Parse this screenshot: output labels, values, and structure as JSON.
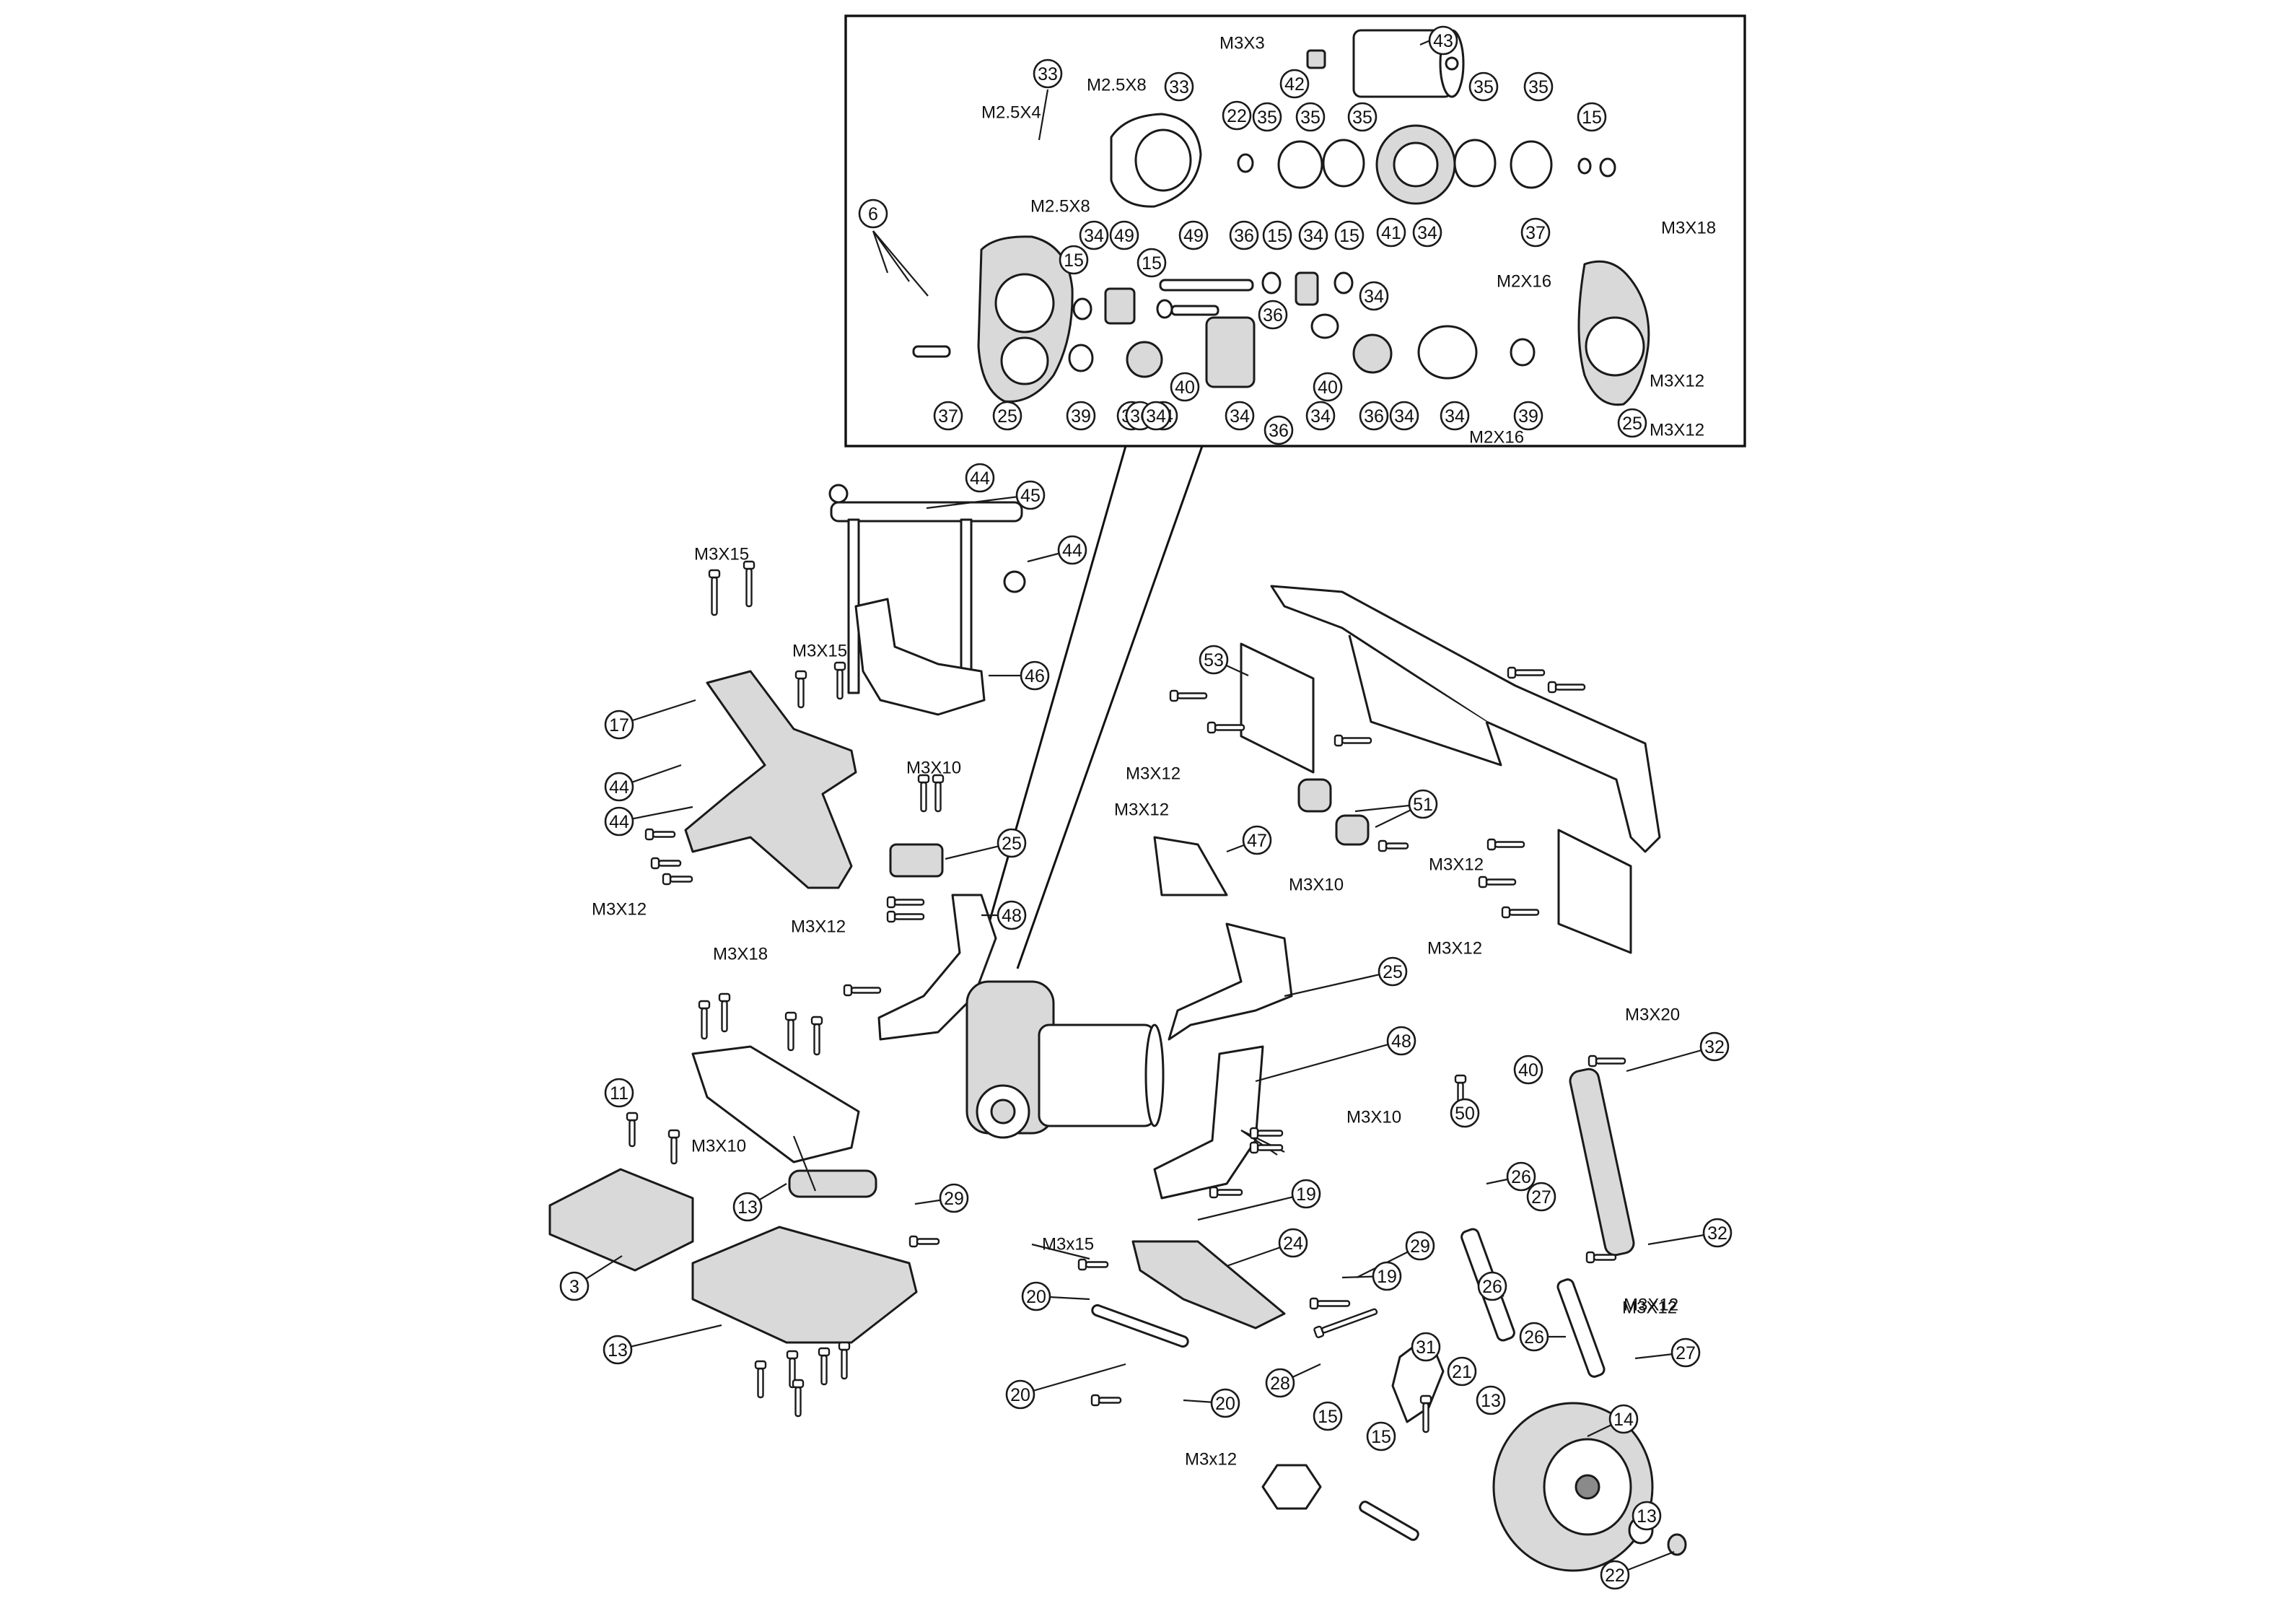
{
  "diagram": {
    "callouts": [
      "43",
      "42",
      "33",
      "33",
      "22",
      "35",
      "35",
      "35",
      "35",
      "35",
      "15",
      "41",
      "34",
      "37",
      "6",
      "34",
      "49",
      "49",
      "36",
      "15",
      "34",
      "15",
      "15",
      "15",
      "36",
      "34",
      "40",
      "36",
      "34",
      "40",
      "34",
      "36",
      "37",
      "25",
      "39",
      "36",
      "34",
      "34",
      "36",
      "34",
      "34",
      "39",
      "25",
      "44",
      "45",
      "44",
      "46",
      "17",
      "44",
      "44",
      "25",
      "48",
      "11",
      "13",
      "29",
      "3",
      "13",
      "53",
      "51",
      "47",
      "25",
      "48",
      "19",
      "24",
      "20",
      "29",
      "19",
      "20",
      "20",
      "28",
      "15",
      "31",
      "21",
      "13",
      "15",
      "14",
      "13",
      "22",
      "40",
      "32",
      "50",
      "26",
      "27",
      "32",
      "26",
      "26",
      "27"
    ],
    "labels": [
      "M3X3",
      "M2.5X8",
      "M2.5X4",
      "M2.5X8",
      "M3X18",
      "M2X16",
      "M3X12",
      "M2X16",
      "M3X12",
      "M3X15",
      "M3X15",
      "M3X10",
      "M3X12",
      "M3X12",
      "M3X18",
      "M3X10",
      "M3X12",
      "M3X12",
      "M3X10",
      "M3X12",
      "M3X12",
      "M3X10",
      "M3X12",
      "M3x15",
      "M3x12",
      "M3X20",
      "M3X12"
    ]
  }
}
